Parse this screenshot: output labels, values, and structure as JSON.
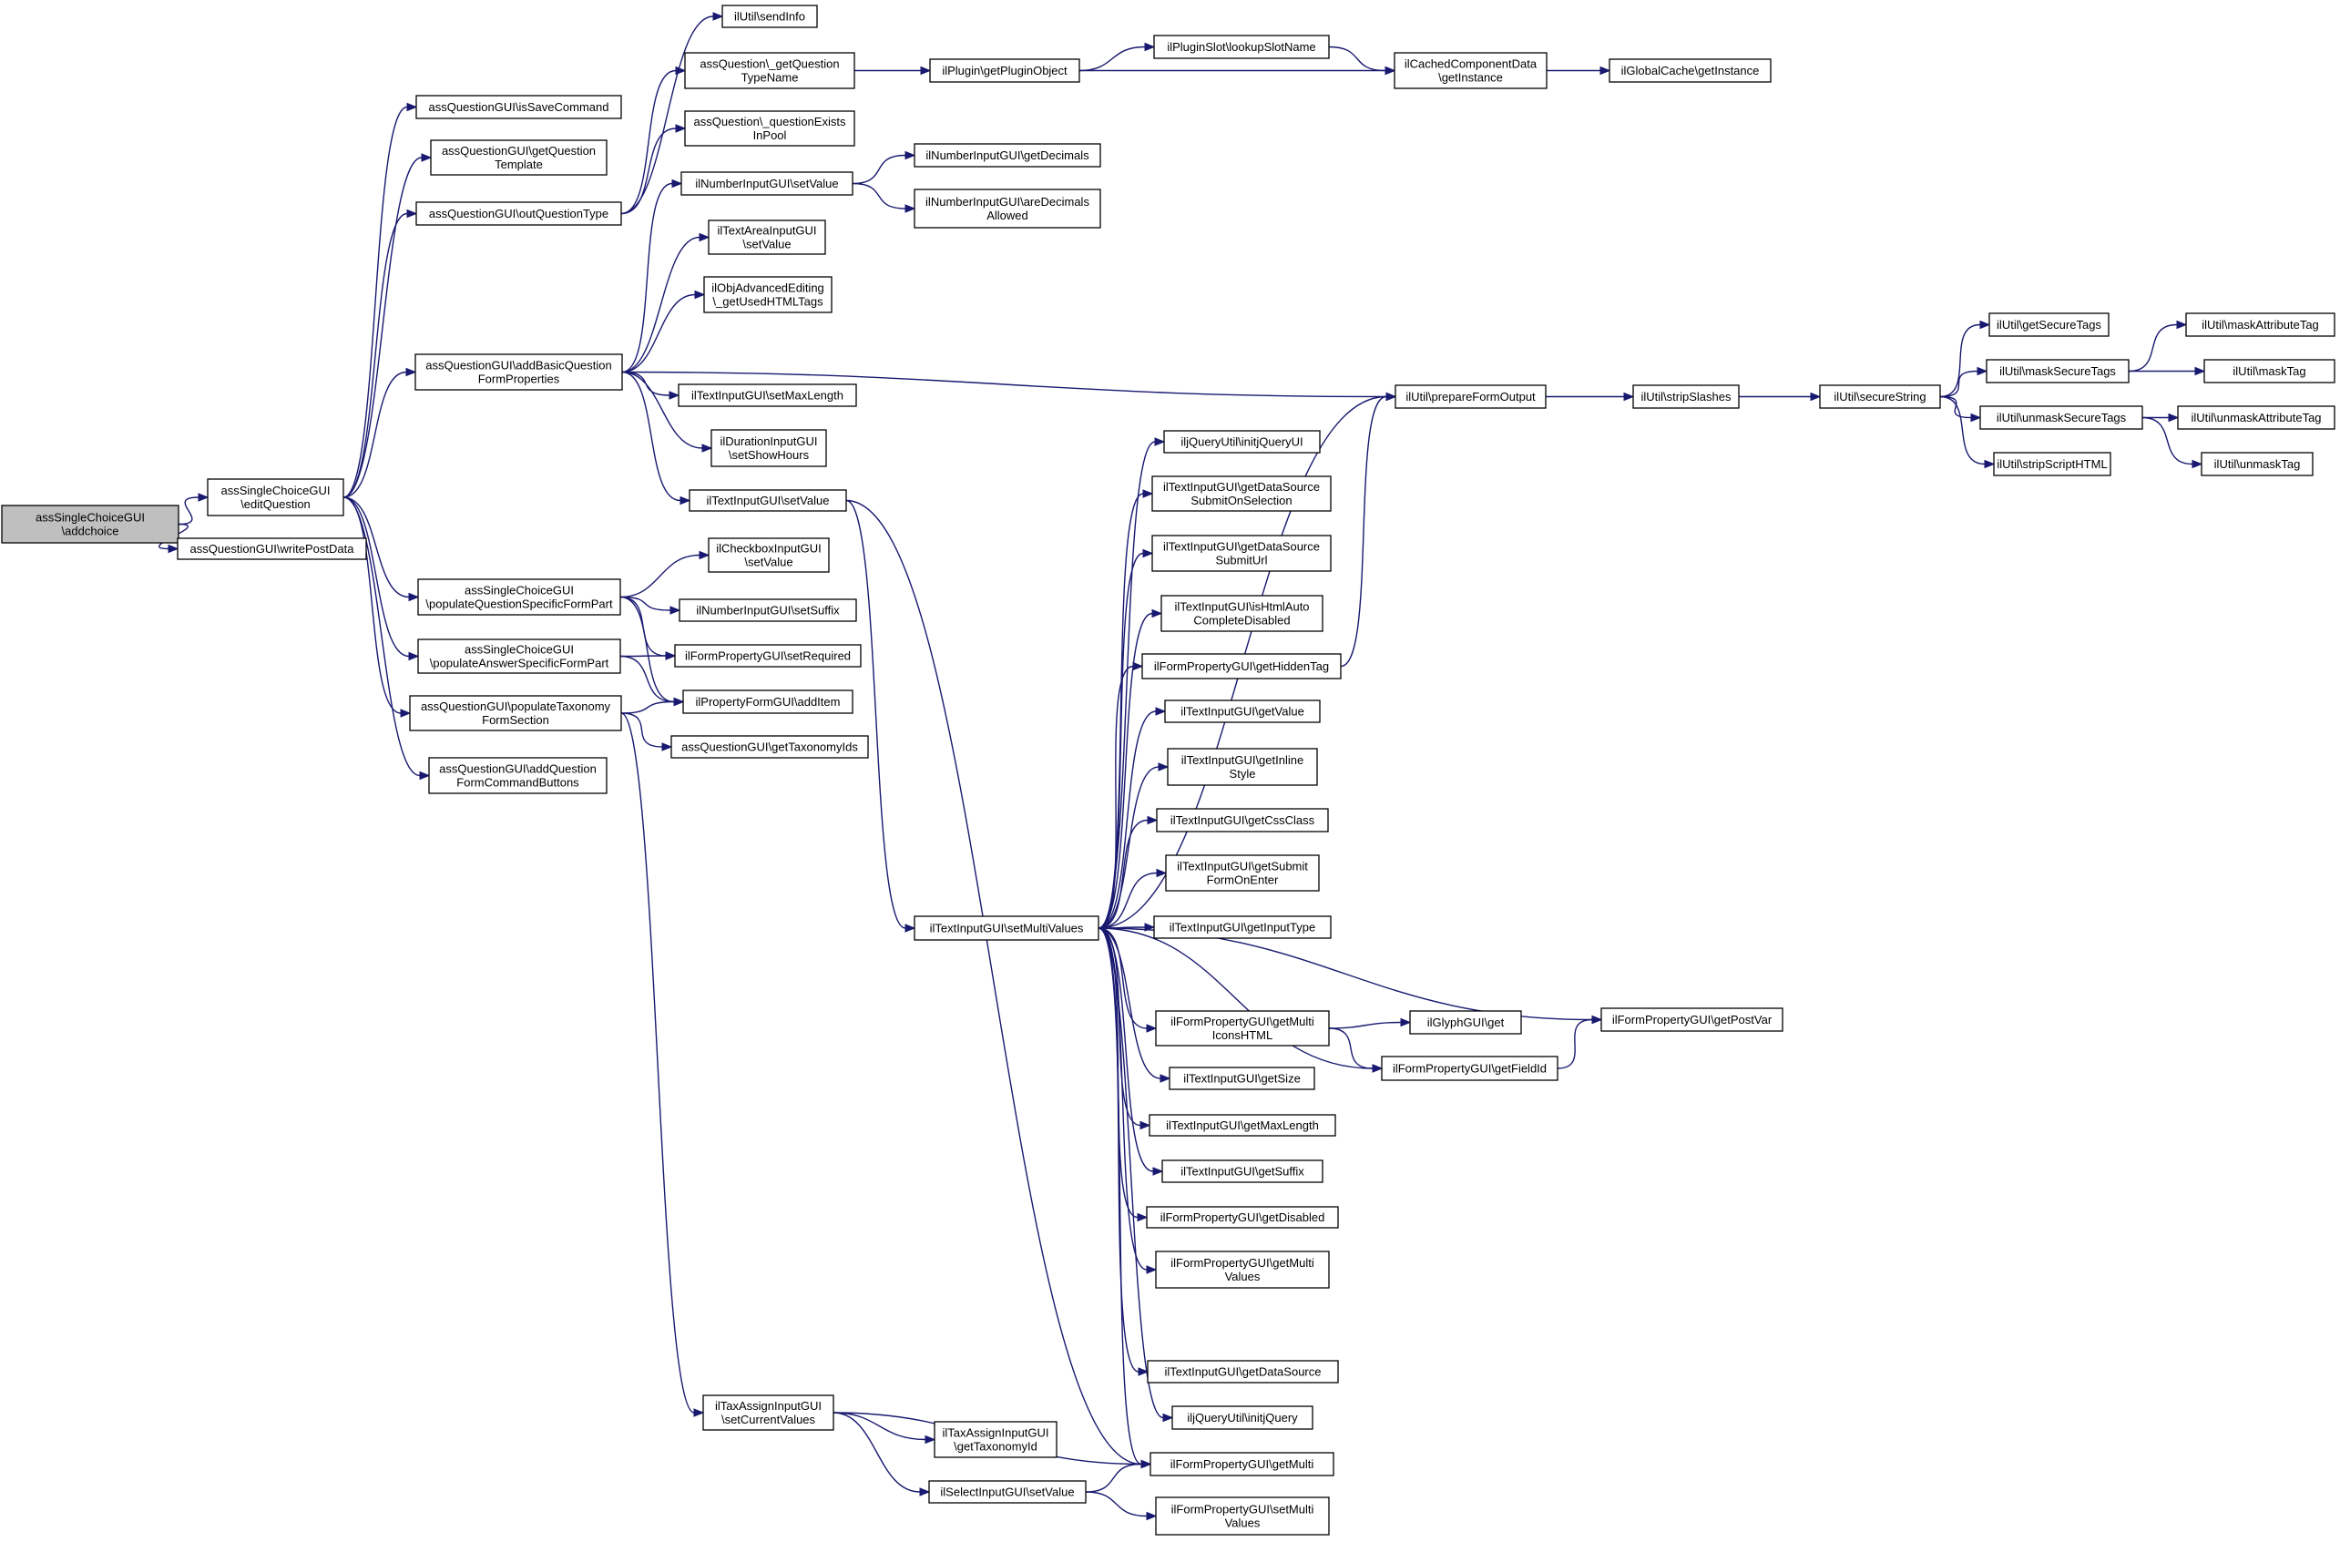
{
  "colors": {
    "edge": "#191970",
    "node_fill": "#ffffff",
    "root_fill": "#bfbfbf",
    "node_border": "#000000",
    "text": "#000000",
    "background": "#ffffff"
  },
  "graph": {
    "nodes": [
      {
        "id": "root",
        "lines": [
          "assSingleChoiceGUI",
          "\\addchoice"
        ],
        "root": true
      },
      {
        "id": "editQuestion",
        "lines": [
          "assSingleChoiceGUI",
          "\\editQuestion"
        ]
      },
      {
        "id": "writePostData",
        "lines": [
          "assQuestionGUI\\writePostData"
        ]
      },
      {
        "id": "isSaveCommand",
        "lines": [
          "assQuestionGUI\\isSaveCommand"
        ]
      },
      {
        "id": "getQuestionTemplate",
        "lines": [
          "assQuestionGUI\\getQuestion",
          "Template"
        ]
      },
      {
        "id": "outQuestionType",
        "lines": [
          "assQuestionGUI\\outQuestionType"
        ]
      },
      {
        "id": "addBasicQuestionFormProperties",
        "lines": [
          "assQuestionGUI\\addBasicQuestion",
          "FormProperties"
        ]
      },
      {
        "id": "populateQuestionSpecificFormPart",
        "lines": [
          "assSingleChoiceGUI",
          "\\populateQuestionSpecificFormPart"
        ]
      },
      {
        "id": "populateAnswerSpecificFormPart",
        "lines": [
          "assSingleChoiceGUI",
          "\\populateAnswerSpecificFormPart"
        ]
      },
      {
        "id": "populateTaxonomyFormSection",
        "lines": [
          "assQuestionGUI\\populateTaxonomy",
          "FormSection"
        ]
      },
      {
        "id": "addQuestionFormCommandButtons",
        "lines": [
          "assQuestionGUI\\addQuestion",
          "FormCommandButtons"
        ]
      },
      {
        "id": "sendInfo",
        "lines": [
          "ilUtil\\sendInfo"
        ]
      },
      {
        "id": "getQuestionTypeName",
        "lines": [
          "assQuestion\\_getQuestion",
          "TypeName"
        ]
      },
      {
        "id": "questionExistsInPool",
        "lines": [
          "assQuestion\\_questionExists",
          "InPool"
        ]
      },
      {
        "id": "numberSetValue",
        "lines": [
          "ilNumberInputGUI\\setValue"
        ]
      },
      {
        "id": "textAreaSetValue",
        "lines": [
          "ilTextAreaInputGUI",
          "\\setValue"
        ]
      },
      {
        "id": "getUsedHTMLTags",
        "lines": [
          "ilObjAdvancedEditing",
          "\\_getUsedHTMLTags"
        ]
      },
      {
        "id": "textSetMaxLength",
        "lines": [
          "ilTextInputGUI\\setMaxLength"
        ]
      },
      {
        "id": "durationSetShowHours",
        "lines": [
          "ilDurationInputGUI",
          "\\setShowHours"
        ]
      },
      {
        "id": "textSetValue",
        "lines": [
          "ilTextInputGUI\\setValue"
        ]
      },
      {
        "id": "checkboxSetValue",
        "lines": [
          "ilCheckboxInputGUI",
          "\\setValue"
        ]
      },
      {
        "id": "numberSetSuffix",
        "lines": [
          "ilNumberInputGUI\\setSuffix"
        ]
      },
      {
        "id": "setRequired",
        "lines": [
          "ilFormPropertyGUI\\setRequired"
        ]
      },
      {
        "id": "addItem",
        "lines": [
          "ilPropertyFormGUI\\addItem"
        ]
      },
      {
        "id": "getTaxonomyIds",
        "lines": [
          "assQuestionGUI\\getTaxonomyIds"
        ]
      },
      {
        "id": "taxSetCurrentValues",
        "lines": [
          "ilTaxAssignInputGUI",
          "\\setCurrentValues"
        ]
      },
      {
        "id": "taxGetTaxonomyId",
        "lines": [
          "ilTaxAssignInputGUI",
          "\\getTaxonomyId"
        ]
      },
      {
        "id": "selectSetValue",
        "lines": [
          "ilSelectInputGUI\\setValue"
        ]
      },
      {
        "id": "getPluginObject",
        "lines": [
          "ilPlugin\\getPluginObject"
        ]
      },
      {
        "id": "lookupSlotName",
        "lines": [
          "ilPluginSlot\\lookupSlotName"
        ]
      },
      {
        "id": "cachedGetInstance",
        "lines": [
          "ilCachedComponentData",
          "\\getInstance"
        ]
      },
      {
        "id": "globalCacheGetInstance",
        "lines": [
          "ilGlobalCache\\getInstance"
        ]
      },
      {
        "id": "getDecimals",
        "lines": [
          "ilNumberInputGUI\\getDecimals"
        ]
      },
      {
        "id": "areDecimalsAllowed",
        "lines": [
          "ilNumberInputGUI\\areDecimals",
          "Allowed"
        ]
      },
      {
        "id": "setMultiValues",
        "lines": [
          "ilTextInputGUI\\setMultiValues"
        ]
      },
      {
        "id": "initjQueryUI",
        "lines": [
          "iljQueryUtil\\initjQueryUI"
        ]
      },
      {
        "id": "getDataSourceSubmitOnSelection",
        "lines": [
          "ilTextInputGUI\\getDataSource",
          "SubmitOnSelection"
        ]
      },
      {
        "id": "getDataSourceSubmitUrl",
        "lines": [
          "ilTextInputGUI\\getDataSource",
          "SubmitUrl"
        ]
      },
      {
        "id": "isHtmlAutoCompleteDisabled",
        "lines": [
          "ilTextInputGUI\\isHtmlAuto",
          "CompleteDisabled"
        ]
      },
      {
        "id": "getHiddenTag",
        "lines": [
          "ilFormPropertyGUI\\getHiddenTag"
        ]
      },
      {
        "id": "textGetValue",
        "lines": [
          "ilTextInputGUI\\getValue"
        ]
      },
      {
        "id": "getInlineStyle",
        "lines": [
          "ilTextInputGUI\\getInline",
          "Style"
        ]
      },
      {
        "id": "getCssClass",
        "lines": [
          "ilTextInputGUI\\getCssClass"
        ]
      },
      {
        "id": "getSubmitFormOnEnter",
        "lines": [
          "ilTextInputGUI\\getSubmit",
          "FormOnEnter"
        ]
      },
      {
        "id": "getInputType",
        "lines": [
          "ilTextInputGUI\\getInputType"
        ]
      },
      {
        "id": "getMultiIconsHTML",
        "lines": [
          "ilFormPropertyGUI\\getMulti",
          "IconsHTML"
        ]
      },
      {
        "id": "getSize",
        "lines": [
          "ilTextInputGUI\\getSize"
        ]
      },
      {
        "id": "getMaxLength",
        "lines": [
          "ilTextInputGUI\\getMaxLength"
        ]
      },
      {
        "id": "getSuffix",
        "lines": [
          "ilTextInputGUI\\getSuffix"
        ]
      },
      {
        "id": "getDisabled",
        "lines": [
          "ilFormPropertyGUI\\getDisabled"
        ]
      },
      {
        "id": "getMultiValues",
        "lines": [
          "ilFormPropertyGUI\\getMulti",
          "Values"
        ]
      },
      {
        "id": "getDataSource",
        "lines": [
          "ilTextInputGUI\\getDataSource"
        ]
      },
      {
        "id": "initjQuery",
        "lines": [
          "iljQueryUtil\\initjQuery"
        ]
      },
      {
        "id": "getMulti",
        "lines": [
          "ilFormPropertyGUI\\getMulti"
        ]
      },
      {
        "id": "setMultiValuesFP",
        "lines": [
          "ilFormPropertyGUI\\setMulti",
          "Values"
        ]
      },
      {
        "id": "prepareFormOutput",
        "lines": [
          "ilUtil\\prepareFormOutput"
        ]
      },
      {
        "id": "stripSlashes",
        "lines": [
          "ilUtil\\stripSlashes"
        ]
      },
      {
        "id": "secureString",
        "lines": [
          "ilUtil\\secureString"
        ]
      },
      {
        "id": "getSecureTags",
        "lines": [
          "ilUtil\\getSecureTags"
        ]
      },
      {
        "id": "maskSecureTags",
        "lines": [
          "ilUtil\\maskSecureTags"
        ]
      },
      {
        "id": "unmaskSecureTags",
        "lines": [
          "ilUtil\\unmaskSecureTags"
        ]
      },
      {
        "id": "stripScriptHTML",
        "lines": [
          "ilUtil\\stripScriptHTML"
        ]
      },
      {
        "id": "maskAttributeTag",
        "lines": [
          "ilUtil\\maskAttributeTag"
        ]
      },
      {
        "id": "maskTag",
        "lines": [
          "ilUtil\\maskTag"
        ]
      },
      {
        "id": "unmaskAttributeTag",
        "lines": [
          "ilUtil\\unmaskAttributeTag"
        ]
      },
      {
        "id": "unmaskTag",
        "lines": [
          "ilUtil\\unmaskTag"
        ]
      },
      {
        "id": "glyphGet",
        "lines": [
          "ilGlyphGUI\\get"
        ]
      },
      {
        "id": "getFieldId",
        "lines": [
          "ilFormPropertyGUI\\getFieldId"
        ]
      },
      {
        "id": "getPostVar",
        "lines": [
          "ilFormPropertyGUI\\getPostVar"
        ]
      }
    ],
    "edges": [
      [
        "root",
        "editQuestion"
      ],
      [
        "root",
        "writePostData"
      ],
      [
        "editQuestion",
        "isSaveCommand"
      ],
      [
        "editQuestion",
        "getQuestionTemplate"
      ],
      [
        "editQuestion",
        "outQuestionType"
      ],
      [
        "editQuestion",
        "addBasicQuestionFormProperties"
      ],
      [
        "editQuestion",
        "populateQuestionSpecificFormPart"
      ],
      [
        "editQuestion",
        "populateAnswerSpecificFormPart"
      ],
      [
        "editQuestion",
        "populateTaxonomyFormSection"
      ],
      [
        "editQuestion",
        "addQuestionFormCommandButtons"
      ],
      [
        "outQuestionType",
        "sendInfo"
      ],
      [
        "outQuestionType",
        "getQuestionTypeName"
      ],
      [
        "outQuestionType",
        "questionExistsInPool"
      ],
      [
        "getQuestionTypeName",
        "getPluginObject"
      ],
      [
        "getPluginObject",
        "lookupSlotName"
      ],
      [
        "getPluginObject",
        "cachedGetInstance"
      ],
      [
        "lookupSlotName",
        "cachedGetInstance"
      ],
      [
        "cachedGetInstance",
        "globalCacheGetInstance"
      ],
      [
        "addBasicQuestionFormProperties",
        "numberSetValue"
      ],
      [
        "addBasicQuestionFormProperties",
        "textAreaSetValue"
      ],
      [
        "addBasicQuestionFormProperties",
        "getUsedHTMLTags"
      ],
      [
        "addBasicQuestionFormProperties",
        "prepareFormOutput"
      ],
      [
        "addBasicQuestionFormProperties",
        "textSetMaxLength"
      ],
      [
        "addBasicQuestionFormProperties",
        "durationSetShowHours"
      ],
      [
        "addBasicQuestionFormProperties",
        "textSetValue"
      ],
      [
        "numberSetValue",
        "getDecimals"
      ],
      [
        "numberSetValue",
        "areDecimalsAllowed"
      ],
      [
        "textSetValue",
        "setMultiValues"
      ],
      [
        "textSetValue",
        "getMulti"
      ],
      [
        "populateQuestionSpecificFormPart",
        "checkboxSetValue"
      ],
      [
        "populateQuestionSpecificFormPart",
        "numberSetSuffix"
      ],
      [
        "populateQuestionSpecificFormPart",
        "setRequired"
      ],
      [
        "populateQuestionSpecificFormPart",
        "addItem"
      ],
      [
        "populateAnswerSpecificFormPart",
        "setRequired"
      ],
      [
        "populateAnswerSpecificFormPart",
        "addItem"
      ],
      [
        "populateTaxonomyFormSection",
        "addItem"
      ],
      [
        "populateTaxonomyFormSection",
        "getTaxonomyIds"
      ],
      [
        "populateTaxonomyFormSection",
        "taxSetCurrentValues"
      ],
      [
        "taxSetCurrentValues",
        "taxGetTaxonomyId"
      ],
      [
        "taxSetCurrentValues",
        "selectSetValue"
      ],
      [
        "taxSetCurrentValues",
        "getMulti"
      ],
      [
        "selectSetValue",
        "getMulti"
      ],
      [
        "selectSetValue",
        "setMultiValuesFP"
      ],
      [
        "setMultiValues",
        "prepareFormOutput"
      ],
      [
        "setMultiValues",
        "initjQueryUI"
      ],
      [
        "setMultiValues",
        "getDataSourceSubmitOnSelection"
      ],
      [
        "setMultiValues",
        "getDataSourceSubmitUrl"
      ],
      [
        "setMultiValues",
        "isHtmlAutoCompleteDisabled"
      ],
      [
        "setMultiValues",
        "getHiddenTag"
      ],
      [
        "setMultiValues",
        "textGetValue"
      ],
      [
        "setMultiValues",
        "getInlineStyle"
      ],
      [
        "setMultiValues",
        "getCssClass"
      ],
      [
        "setMultiValues",
        "getSubmitFormOnEnter"
      ],
      [
        "setMultiValues",
        "getInputType"
      ],
      [
        "setMultiValues",
        "getPostVar"
      ],
      [
        "setMultiValues",
        "getMultiIconsHTML"
      ],
      [
        "setMultiValues",
        "getSize"
      ],
      [
        "setMultiValues",
        "getMaxLength"
      ],
      [
        "setMultiValues",
        "getSuffix"
      ],
      [
        "setMultiValues",
        "getDisabled"
      ],
      [
        "setMultiValues",
        "getMultiValues"
      ],
      [
        "setMultiValues",
        "getFieldId"
      ],
      [
        "setMultiValues",
        "getDataSource"
      ],
      [
        "setMultiValues",
        "initjQuery"
      ],
      [
        "setMultiValues",
        "getMulti"
      ],
      [
        "getHiddenTag",
        "prepareFormOutput"
      ],
      [
        "prepareFormOutput",
        "stripSlashes"
      ],
      [
        "stripSlashes",
        "secureString"
      ],
      [
        "secureString",
        "getSecureTags"
      ],
      [
        "secureString",
        "maskSecureTags"
      ],
      [
        "secureString",
        "unmaskSecureTags"
      ],
      [
        "secureString",
        "stripScriptHTML"
      ],
      [
        "maskSecureTags",
        "maskAttributeTag"
      ],
      [
        "maskSecureTags",
        "maskTag"
      ],
      [
        "unmaskSecureTags",
        "unmaskAttributeTag"
      ],
      [
        "unmaskSecureTags",
        "unmaskTag"
      ],
      [
        "getMultiIconsHTML",
        "glyphGet"
      ],
      [
        "getMultiIconsHTML",
        "getFieldId"
      ],
      [
        "getFieldId",
        "getPostVar"
      ]
    ]
  }
}
